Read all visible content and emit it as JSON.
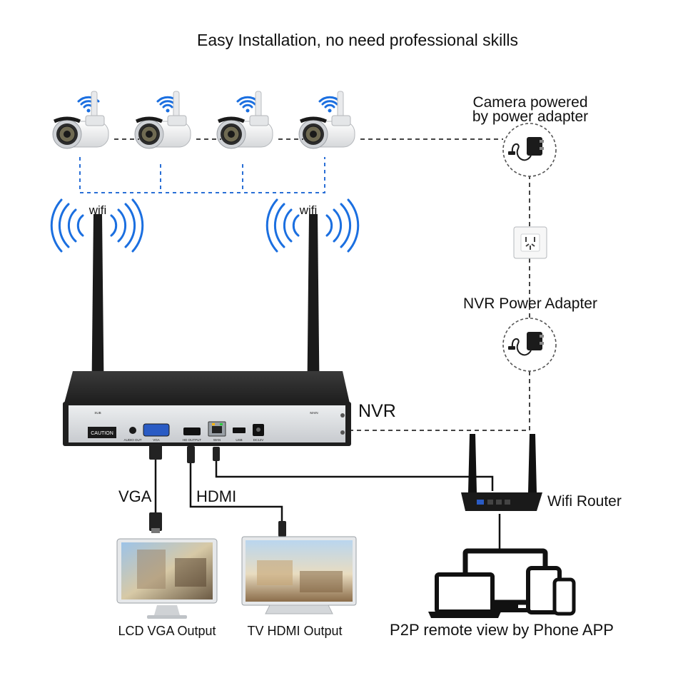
{
  "title": "Easy Installation, no need professional skills",
  "labels": {
    "camera_power": [
      "Camera powered",
      "by power adapter"
    ],
    "nvr_power": "NVR Power Adapter",
    "nvr": "NVR",
    "wifi_left": "wifi",
    "wifi_right": "wifi",
    "vga": "VGA",
    "hdmi": "HDMI",
    "router": "Wifi Router",
    "lcd_output": "LCD VGA Output",
    "tv_output": "TV HDMI Output",
    "p2p": "P2P remote view by Phone APP"
  },
  "nvr_panel": {
    "caution": "CAUTION",
    "audio_out": "AUDIO OUT",
    "vga_port": "VGA",
    "hd_output": "HD OUTPUT",
    "wan": "WAN",
    "usb": "USB",
    "dc": "DC12V",
    "sub": "SUB",
    "main": "MAIN"
  },
  "colors": {
    "wifi_blue": "#1b6fe0",
    "link_blue": "#2a6fd6",
    "nvr_body": "#2b2b2b",
    "panel": "#d9dbde"
  },
  "icons": [
    "wifi-icon",
    "camera-icon",
    "adapter-icon",
    "outlet-icon",
    "router-icon",
    "monitor-icon",
    "laptop-icon",
    "tablet-icon",
    "phone-icon"
  ]
}
